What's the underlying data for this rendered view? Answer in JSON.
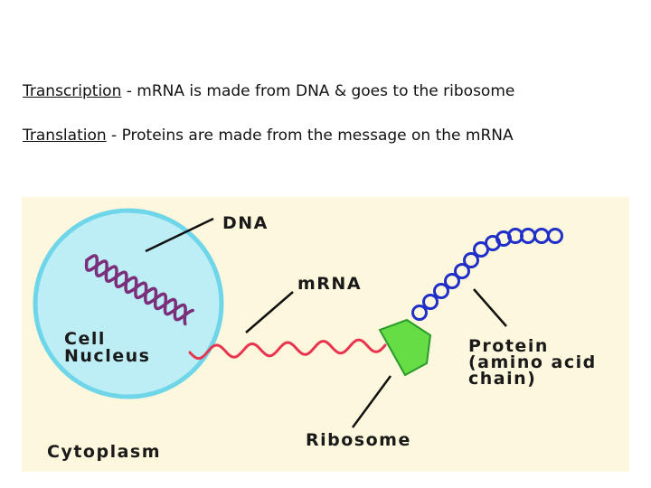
{
  "text": {
    "transcription": {
      "term": "Transcription",
      "description": " - mRNA is made from DNA & goes to the ribosome"
    },
    "translation": {
      "term": "Translation",
      "description": " - Proteins are made from the message on the mRNA"
    }
  },
  "diagram": {
    "labels": {
      "dna": "DNA",
      "mrna": "mRNA",
      "nucleus_line1": "Cell",
      "nucleus_line2": "Nucleus",
      "protein_line1": "Protein",
      "protein_line2": "(amino acid",
      "protein_line3": "chain)",
      "ribosome": "Ribosome",
      "cytoplasm": "Cytoplasm"
    },
    "colors": {
      "cytoplasm_bg": "#fdf8dd",
      "nucleus_fill": "#bdeef6",
      "nucleus_stroke": "#6fd6ea",
      "dna": "#7b2f7b",
      "mrna": "#e8344f",
      "ribosome_fill": "#66dd44",
      "ribosome_stroke": "#2a9a2a",
      "protein": "#1f2fc8"
    }
  }
}
